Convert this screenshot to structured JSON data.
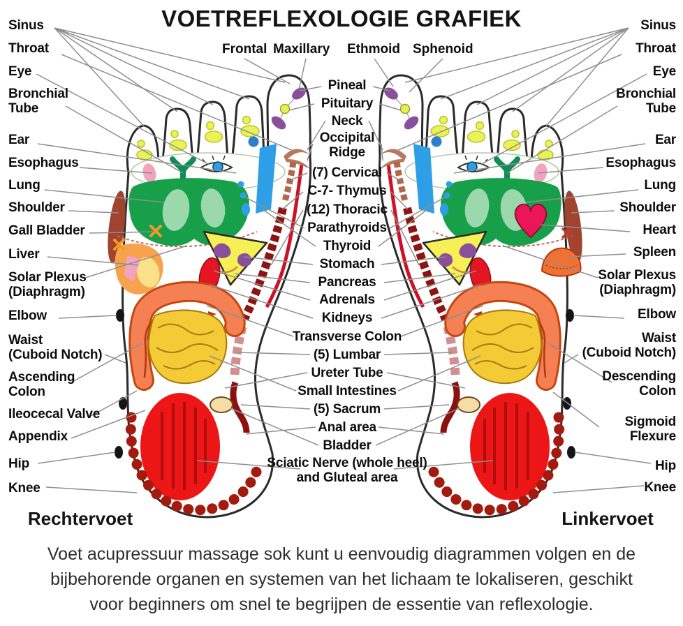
{
  "title": "VOETREFLEXOLOGIE GRAFIEK",
  "sinus_regions": {
    "frontal": "Frontal",
    "maxillary": "Maxillary",
    "ethmoid": "Ethmoid",
    "sphenoid": "Sphenoid"
  },
  "labels": {
    "left": [
      "Sinus",
      "Throat",
      "Eye",
      "Bronchial\nTube",
      "Ear",
      "Esophagus",
      "Lung",
      "Shoulder",
      "Gall Bladder",
      "Liver",
      "Solar Plexus\n(Diaphragm)",
      "Elbow",
      "Waist\n(Cuboid Notch)",
      "Ascending\nColon",
      "Ileocecal Valve",
      "Appendix",
      "Hip",
      "Knee"
    ],
    "right": [
      "Sinus",
      "Throat",
      "Eye",
      "Bronchial\nTube",
      "Ear",
      "Esophagus",
      "Lung",
      "Shoulder",
      "Heart",
      "Spleen",
      "Solar Plexus\n(Diaphragm)",
      "Elbow",
      "Waist\n(Cuboid Notch)",
      "Descending\nColon",
      "Sigmoid\nFlexure",
      "Hip",
      "Knee"
    ],
    "center": [
      "Pineal",
      "Pituitary",
      "Neck",
      "Occipital\nRidge",
      "(7) Cervical",
      "C-7- Thymus",
      "(12) Thoracic",
      "Parathyroids",
      "Thyroid",
      "Stomach",
      "Pancreas",
      "Adrenals",
      "Kidneys",
      "Transverse Colon",
      "(5) Lumbar",
      "Ureter Tube",
      "Small Intestines",
      "(5) Sacrum",
      "Anal area",
      "Bladder",
      "Sciatic Nerve (whole heel)\nand Gluteal area"
    ]
  },
  "captions": {
    "left_foot": "Rechtervoet",
    "right_foot": "Linkervoet"
  },
  "description": "Voet acupressuur massage sok kunt u eenvoudig diagrammen volgen en de\nbijbehorende organen en systemen van het lichaam te lokaliseren, geschikt\nvoor beginners om snel te begrijpen de essentie van reflexologie.",
  "colors": {
    "lung_green": "#17a049",
    "lung_lobes": "#9bd8ac",
    "trachea_green": "#0f8c57",
    "toe_yellow": "#ebf257",
    "pineal_purple": "#8a4f9b",
    "band_blue": "#2e9fe6",
    "esophagus_pink": "#f2a3c0",
    "shoulder_brown": "#a0432f",
    "cervical_tan": "#b0674a",
    "thoracic_red": "#8e1413",
    "lumbar_pink": "#d18f8f",
    "sacrum_red": "#8c1010",
    "stomach_yellow": "#f6ef55",
    "liver_orange": "#f7a24d",
    "colon_orange": "#f58054",
    "intestine_yellow": "#f4ca36",
    "kidney_red": "#e51523",
    "bladder_tan": "#f6dca6",
    "heel_red": "#ed1616",
    "heel_arc": "#a31b0f",
    "heart_pink": "#ea1758",
    "spleen_orange": "#ef7133",
    "medial_line_red": "#cf1126"
  }
}
